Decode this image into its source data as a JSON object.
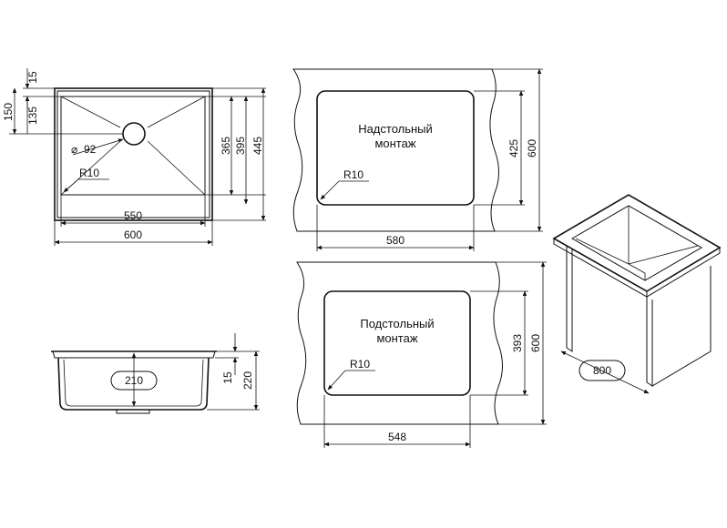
{
  "top_view": {
    "dim_15": "15",
    "dim_135": "135",
    "dim_150": "150",
    "drain_diameter": "92",
    "radius": "R10",
    "dim_365": "365",
    "dim_395": "395",
    "dim_445": "445",
    "dim_550": "550",
    "dim_600": "600"
  },
  "overmount": {
    "label_line1": "Надстольный",
    "label_line2": "монтаж",
    "radius": "R10",
    "cutout_width": "580",
    "cutout_depth": "425",
    "cabinet_depth": "600"
  },
  "undermount": {
    "label_line1": "Подстольный",
    "label_line2": "монтаж",
    "radius": "R10",
    "cutout_width": "548",
    "cutout_depth": "393",
    "cabinet_depth": "600"
  },
  "side_view": {
    "bowl_depth": "210",
    "rim": "15",
    "total_height": "220"
  },
  "cabinet": {
    "min_width": "800"
  }
}
